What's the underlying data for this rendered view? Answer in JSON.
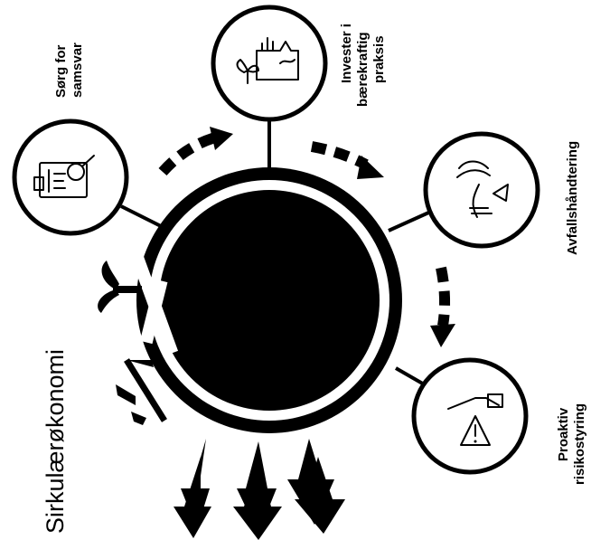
{
  "diagram": {
    "title": "Sirkulærøkonomi",
    "nodes": [
      {
        "id": "samsvar",
        "lines": [
          "Sørg for",
          "samsvar"
        ],
        "icon": "clipboard-magnifier-icon"
      },
      {
        "id": "baerekraftig",
        "lines": [
          "Invester i",
          "bærekraftig",
          "praksis"
        ],
        "icon": "plant-factory-icon"
      },
      {
        "id": "avfall",
        "lines": [
          "Avfallshåndtering"
        ],
        "icon": "banana-fishbone-icon"
      },
      {
        "id": "risiko",
        "lines": [
          "Proaktiv",
          "risikostyring"
        ],
        "icon": "hand-warning-icon"
      }
    ],
    "colors": {
      "ink": "#000000",
      "background": "#ffffff"
    }
  }
}
